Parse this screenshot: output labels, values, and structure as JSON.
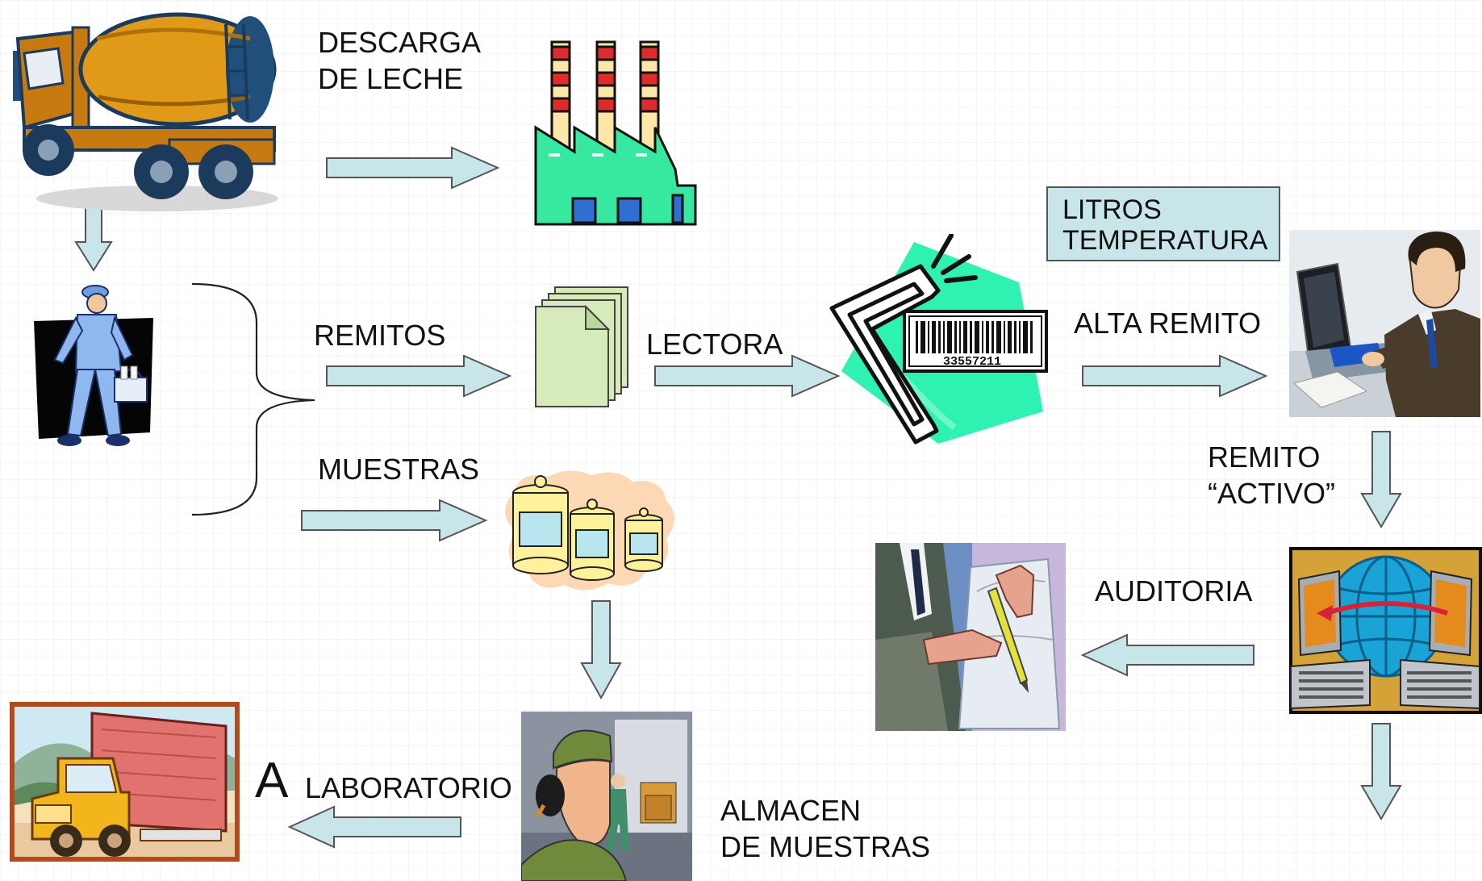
{
  "labels": {
    "descarga_line1": "DESCARGA",
    "descarga_line2": "DE LECHE",
    "remitos": "REMITOS",
    "lectora": "LECTORA",
    "muestras": "MUESTRAS",
    "alta_remito": "ALTA REMITO",
    "remito_line1": "REMITO",
    "remito_line2": "“ACTIVO”",
    "auditoria": "AUDITORIA",
    "almacen_line1": "ALMACEN",
    "almacen_line2": "DE MUESTRAS",
    "a_letter": "A",
    "laboratorio": "LABORATORIO"
  },
  "info_box": {
    "line1": "LITROS",
    "line2": "TEMPERATURA"
  },
  "barcode_number": "33557211",
  "colors": {
    "arrow_fill": "#c8e6e9",
    "arrow_stroke": "#555555",
    "box_fill": "#c8e6e9"
  },
  "icons": [
    "tanker-truck-icon",
    "factory-icon",
    "milkman-icon",
    "documents-icon",
    "barcode-scanner-icon",
    "office-worker-computer-icon",
    "sample-jars-icon",
    "warehouse-worker-icon",
    "network-computers-icon",
    "audit-handshake-icon",
    "delivery-truck-icon"
  ]
}
